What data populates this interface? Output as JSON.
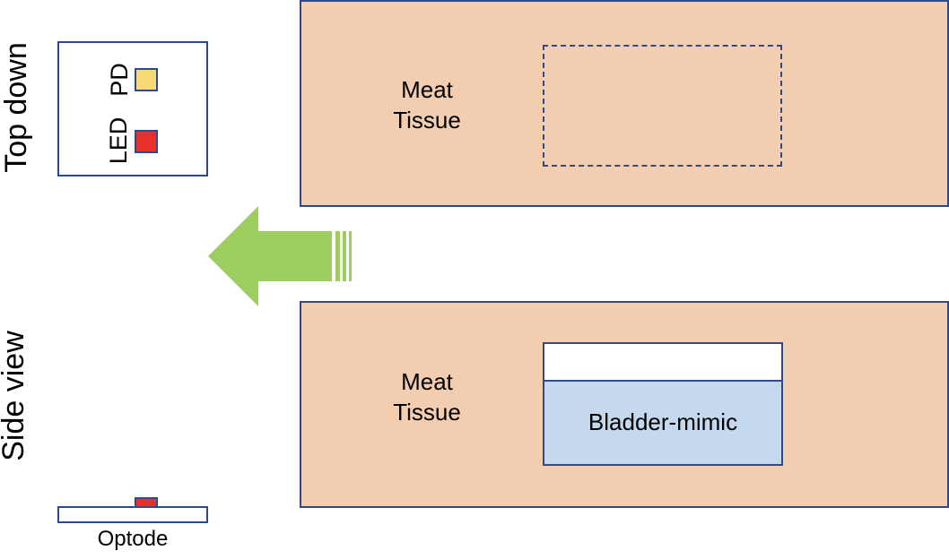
{
  "labels": {
    "top_down": "Top down",
    "side_view": "Side view",
    "pd": "PD",
    "led": "LED",
    "meat_tissue_top": "Meat\nTissue",
    "meat_tissue_side": "Meat\nTissue",
    "bladder_mimic": "Bladder-mimic",
    "optode": "Optode"
  },
  "colors": {
    "tissue_fill": "#f2cdb0",
    "outline": "#2f4a8a",
    "pd_fill": "#f8d879",
    "led_fill": "#e8312a",
    "bladder_fill": "#c5d9ee",
    "arrow_fill": "#9dcd5e"
  },
  "icons": {
    "arrow": "left-arrow-icon"
  }
}
